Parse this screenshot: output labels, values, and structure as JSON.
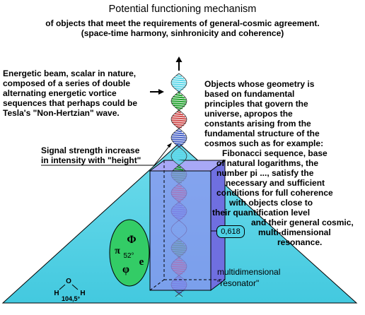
{
  "title": "Potential functioning mechanism",
  "subtitle_lines": [
    "of objects that meet the requirements of general-cosmic agreement.",
    "(space-time harmony, sinhronicity and coherence)"
  ],
  "beam_description": [
    "Energetic beam, scalar in nature,",
    "composed of a series of double",
    "alternating energetic vortice",
    "sequences that perhaps could be",
    "Tesla's \"Non-Hertzian\" wave."
  ],
  "signal_label": [
    "Signal strength increase",
    "in intensity with \"height\""
  ],
  "objects_description": [
    "Objects whose geometry is",
    "based on fundamental",
    "principles that govern the",
    "universe, apropos the",
    "constants arising from the",
    "fundamental structure of the",
    "cosmos such as for example:",
    "Fibonacci sequence, base",
    "of natural logarithms, the",
    "number pi ..., satisfy the",
    "necessary and sufficient",
    "conditions for full coherence",
    "with objects close to",
    "their quantification level",
    "and their general cosmic,",
    "multi-dimensional",
    "resonance."
  ],
  "ratio_value": "0,618",
  "constants": {
    "phi_upper": "Φ",
    "pi": "π",
    "angle": "52°",
    "e": "e",
    "phi_lower": "φ"
  },
  "resonator_label": [
    "multidimensional",
    "\"resonator\""
  ],
  "molecule": {
    "o": "O",
    "h_left": "H",
    "h_right": "H",
    "angle": "104,5°"
  },
  "colors": {
    "pyramid_fill": "#4fd2e6",
    "cube_fill": "#8f8ff0",
    "oval_fill": "#33cc66",
    "helix_green": "#1ea02a",
    "helix_cyan": "#5ad6e8",
    "helix_red": "#d04a4a",
    "helix_blue": "#4a64c8"
  },
  "icons": [
    "arrow-up-icon",
    "arrow-right-icon",
    "pointer-line-icon"
  ]
}
